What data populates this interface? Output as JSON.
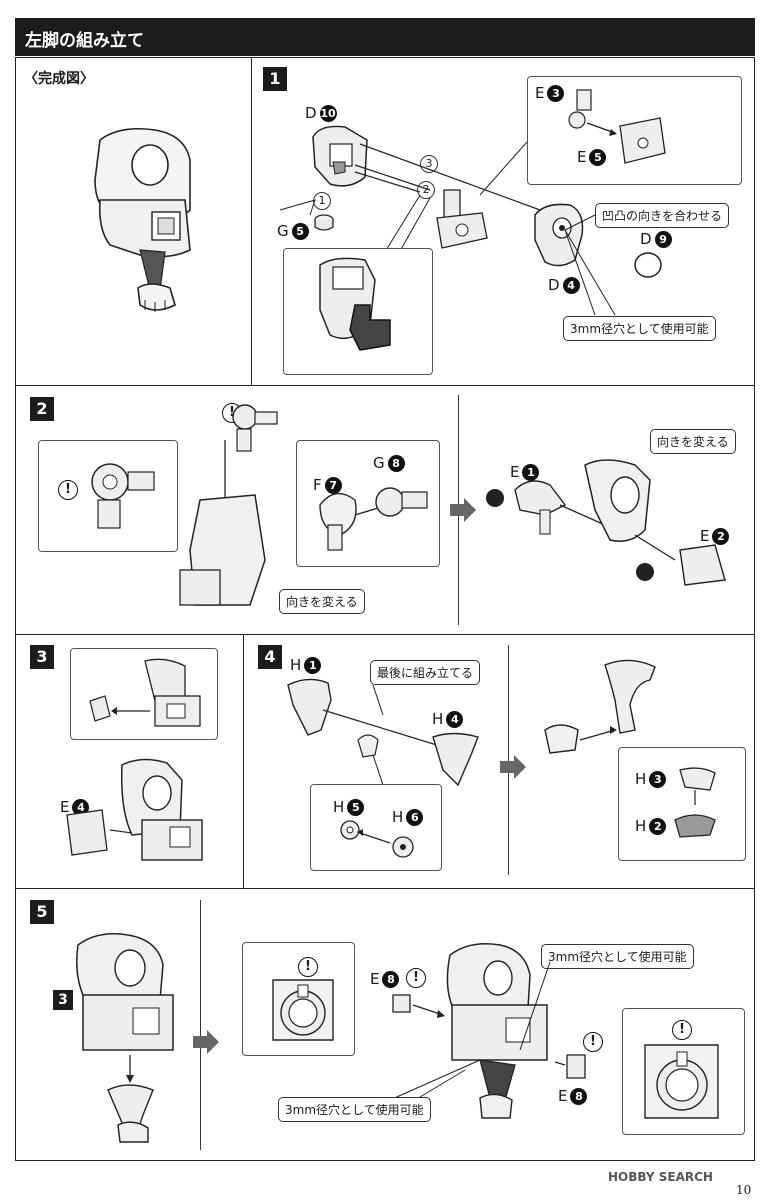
{
  "header": {
    "title": "左脚の組み立て"
  },
  "completed": {
    "label": "〈完成図〉"
  },
  "steps": [
    {
      "num": "1"
    },
    {
      "num": "2"
    },
    {
      "num": "3"
    },
    {
      "num": "4"
    },
    {
      "num": "5"
    },
    {
      "num": "3"
    }
  ],
  "step1": {
    "d10": "D",
    "d10n": "10",
    "g5": "G",
    "g5n": "5",
    "e3": "E",
    "e3n": "3",
    "e5": "E",
    "e5n": "5",
    "d9": "D",
    "d9n": "9",
    "d4": "D",
    "d4n": "4",
    "order1": "1",
    "order2": "2",
    "order3": "3",
    "callout_align": "凹凸の向きを合わせる",
    "callout_3mm": "3mm径穴として使用可能"
  },
  "step2": {
    "f7": "F",
    "f7n": "7",
    "g8": "G",
    "g8n": "8",
    "e1": "E",
    "e1n": "1",
    "e2": "E",
    "e2n": "2",
    "callout_turn1": "向きを変える",
    "callout_turn2": "向きを変える"
  },
  "step3": {
    "e4": "E",
    "e4n": "4"
  },
  "step4": {
    "h1": "H",
    "h1n": "1",
    "h4": "H",
    "h4n": "4",
    "h5": "H",
    "h5n": "5",
    "h6": "H",
    "h6n": "6",
    "h3": "H",
    "h3n": "3",
    "h2": "H",
    "h2n": "2",
    "callout_last": "最後に組み立てる"
  },
  "step5": {
    "e8a": "E",
    "e8an": "8",
    "e8b": "E",
    "e8bn": "8",
    "callout_3mm_a": "3mm径穴として使用可能",
    "callout_3mm_b": "3mm径穴として使用可能"
  },
  "warn_mark": "!",
  "footer": {
    "watermark": "HOBBY SEARCH",
    "page": "10"
  }
}
